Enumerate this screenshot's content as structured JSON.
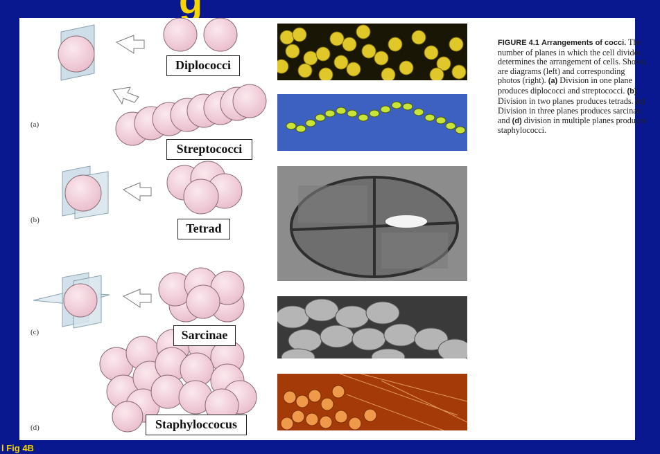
{
  "title": "g",
  "footer": "l Fig 4B",
  "panel_letters": [
    "(a)",
    "(b)",
    "(c)",
    "(d)"
  ],
  "labels": {
    "diplococci": "Diplococci",
    "streptococci": "Streptococci",
    "tetrad": "Tetrad",
    "sarcinae": "Sarcinae",
    "staphylococcus": "Staphyloccocus"
  },
  "caption": {
    "figure_number": "FIGURE 4.1",
    "heading": "Arrangements of cocci.",
    "intro": "The number of planes in which the cell divides determines the arrangement of cells. Shown are diagrams (left) and corresponding photos (right).",
    "a_tag": "(a)",
    "a_text": "Division in one plane produces diplococci and streptococci.",
    "b_tag": "(b)",
    "b_text": "Division in two planes produces tetrads.",
    "c_tag": "(c)",
    "c_text": "Division in three planes produces sarcinae, and",
    "d_tag": "(d)",
    "d_text": "division in multiple planes produces staphylococci."
  },
  "colors": {
    "background": "#0a1890",
    "title": "#f5d400",
    "cell_fill": "#f3d3dc",
    "cell_stroke": "#8a6b74",
    "plane_fill": "#c9dbe6"
  }
}
